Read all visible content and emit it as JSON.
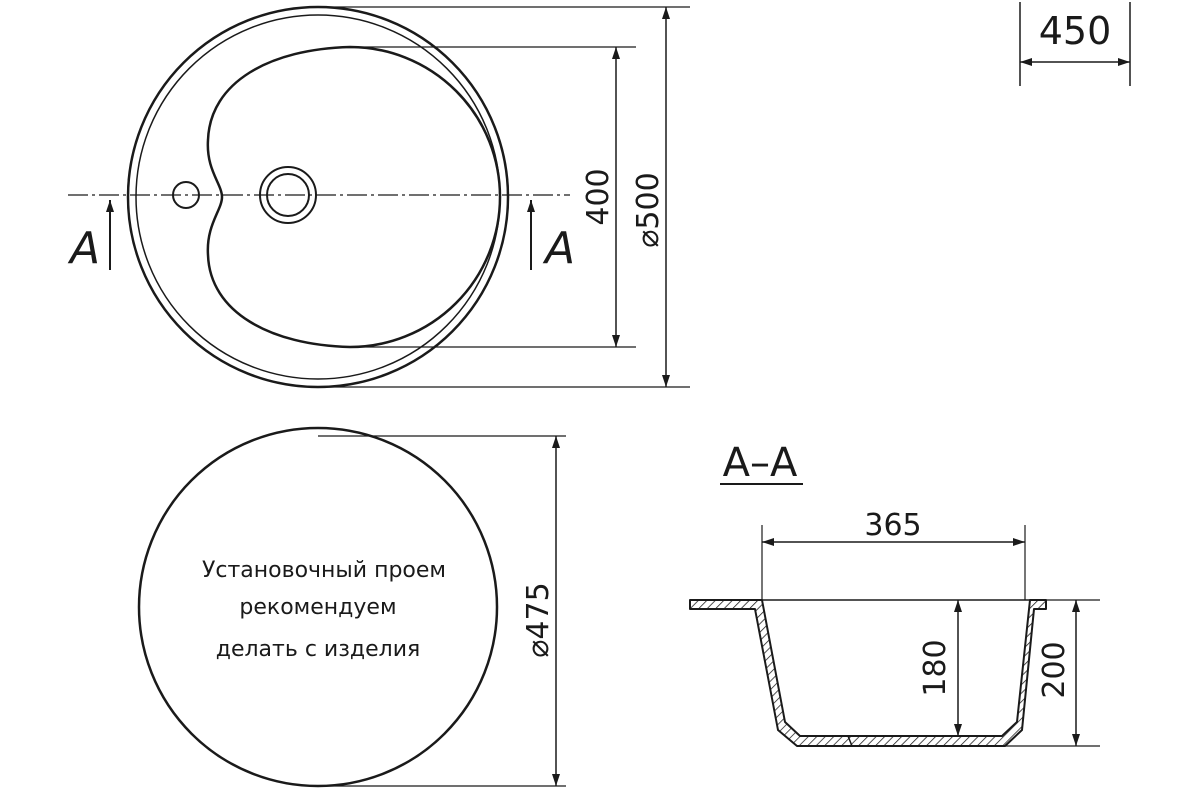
{
  "colors": {
    "line": "#1a1a1a",
    "background": "#ffffff"
  },
  "top_view": {
    "section_mark_left": "A",
    "section_mark_right": "A",
    "dim_bowl": "400",
    "dim_outer": "⌀500"
  },
  "cabinet": {
    "dim": "450"
  },
  "cutout": {
    "note_lines": [
      "Установочный проем",
      "рекомендуем",
      "делать с изделия"
    ],
    "dim": "⌀475"
  },
  "section": {
    "title": "A–A",
    "dim_width": "365",
    "dim_depth_inner": "180",
    "dim_depth_total": "200"
  }
}
